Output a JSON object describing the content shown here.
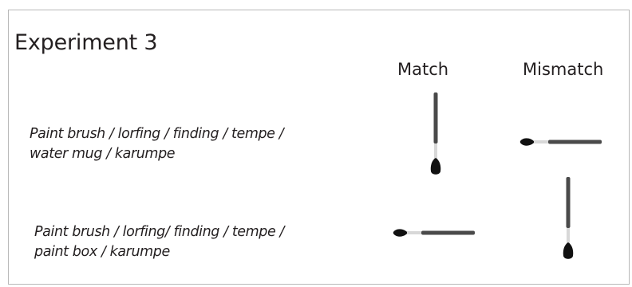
{
  "title": "Experiment 3",
  "columns": {
    "match": "Match",
    "mismatch": "Mismatch"
  },
  "rows": [
    {
      "text_line1": "Paint brush / lorfing / finding / tempe /",
      "text_line2": "water mug / karumpe",
      "match_orientation": "vertical",
      "mismatch_orientation": "horizontal"
    },
    {
      "text_line1": "Paint brush / lorfing/ finding / tempe /",
      "text_line2": "paint box / karumpe",
      "match_orientation": "horizontal",
      "mismatch_orientation": "vertical"
    }
  ],
  "colors": {
    "handle": "#4a4a4a",
    "ferrule": "#d8d8d8",
    "bristles": "#111111",
    "border": "#b8b8b8"
  }
}
